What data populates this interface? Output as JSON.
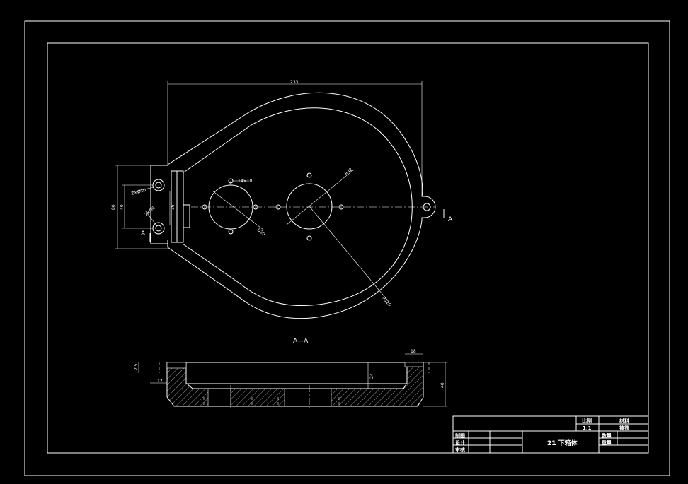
{
  "dimensions": {
    "overall_width": "233",
    "hole_depth": "14×10",
    "radius_large": "R42",
    "dia_pattern": "Ø30",
    "radius_outer": "R120",
    "pin_dia_top": "2×Ø10",
    "pin_dia_bottom": "2×Ø6",
    "height_outer": "80",
    "height_inner": "40",
    "slot_height": "36",
    "section_left_top": "2.5",
    "section_left_width": "12",
    "section_top_right": "18",
    "section_depth": "24",
    "section_height": "40"
  },
  "labels": {
    "view_mark_left": "A",
    "view_mark_right": "A",
    "section_title": "A—A"
  },
  "title_block": {
    "scale_label": "比例",
    "scale_value": "1:1",
    "material_label": "材料",
    "material_value": "铸铁",
    "drawn_by": "制图",
    "designed_by": "设计",
    "checked_by": "审核",
    "part_name": "21 下箱体",
    "quantity_label": "数量",
    "weight_label": "重量"
  }
}
